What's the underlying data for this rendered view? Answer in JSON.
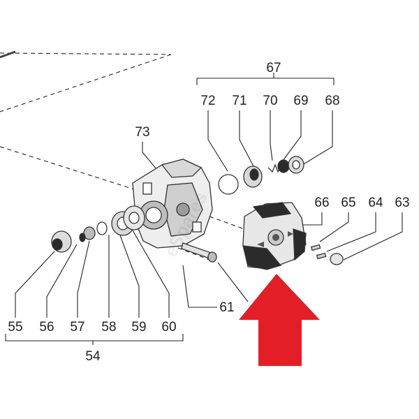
{
  "diagram": {
    "group_labels": {
      "top": "67",
      "bottom": "54"
    },
    "callouts": {
      "c72": "72",
      "c71": "71",
      "c70": "70",
      "c69": "69",
      "c68": "68",
      "c73": "73",
      "c66": "66",
      "c65": "65",
      "c64": "64",
      "c63": "63",
      "c61": "61",
      "c55": "55",
      "c56": "56",
      "c57": "57",
      "c58": "58",
      "c59": "59",
      "c60": "60"
    },
    "watermark": "eSpares",
    "colors": {
      "arrow": "#e41e26",
      "ink": "#222222",
      "part_fill": "#e9e9e9",
      "part_dark": "#2b2b2b"
    },
    "icons": [
      "red-arrow-up-icon"
    ]
  }
}
